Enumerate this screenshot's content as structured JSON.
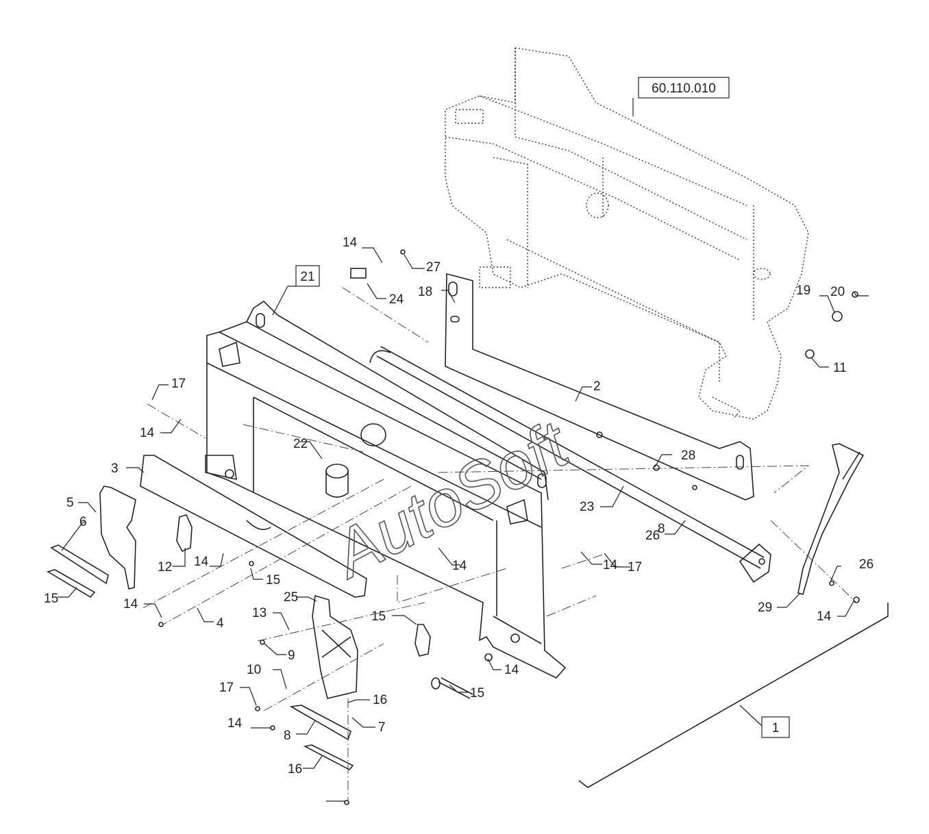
{
  "references": {
    "frame_ref": "60.110.010",
    "assembly_ref": "1",
    "plate_ref": "21"
  },
  "callouts": [
    {
      "id": "c14a",
      "text": "14"
    },
    {
      "id": "c27",
      "text": "27"
    },
    {
      "id": "c24",
      "text": "24"
    },
    {
      "id": "c20",
      "text": "20"
    },
    {
      "id": "c19",
      "text": "19"
    },
    {
      "id": "c11",
      "text": "11"
    },
    {
      "id": "c17a",
      "text": "17"
    },
    {
      "id": "c2",
      "text": "2"
    },
    {
      "id": "c14b",
      "text": "14"
    },
    {
      "id": "c22",
      "text": "22"
    },
    {
      "id": "c3",
      "text": "3"
    },
    {
      "id": "c28",
      "text": "28"
    },
    {
      "id": "c5",
      "text": "5"
    },
    {
      "id": "c6",
      "text": "6"
    },
    {
      "id": "c23",
      "text": "23"
    },
    {
      "id": "c26a",
      "text": "26"
    },
    {
      "id": "c18",
      "text": "18"
    },
    {
      "id": "c17b",
      "text": "17"
    },
    {
      "id": "c12",
      "text": "12"
    },
    {
      "id": "c14c",
      "text": "14"
    },
    {
      "id": "c14d",
      "text": "14"
    },
    {
      "id": "c14e",
      "text": "14"
    },
    {
      "id": "c15a",
      "text": "15"
    },
    {
      "id": "c26b",
      "text": "26"
    },
    {
      "id": "c8a",
      "text": "8"
    },
    {
      "id": "c15b",
      "text": "15"
    },
    {
      "id": "c14f",
      "text": "14"
    },
    {
      "id": "c4",
      "text": "4"
    },
    {
      "id": "c25",
      "text": "25"
    },
    {
      "id": "c29",
      "text": "29"
    },
    {
      "id": "c14g",
      "text": "14"
    },
    {
      "id": "c13",
      "text": "13"
    },
    {
      "id": "c15c",
      "text": "15"
    },
    {
      "id": "c9",
      "text": "9"
    },
    {
      "id": "c14h",
      "text": "14"
    },
    {
      "id": "c10",
      "text": "10"
    },
    {
      "id": "c15d",
      "text": "15"
    },
    {
      "id": "c17c",
      "text": "17"
    },
    {
      "id": "c16a",
      "text": "16"
    },
    {
      "id": "c14i",
      "text": "14"
    },
    {
      "id": "c7",
      "text": "7"
    },
    {
      "id": "c8b",
      "text": "8"
    },
    {
      "id": "c16b",
      "text": "16"
    }
  ],
  "watermark": "AutoSoft"
}
